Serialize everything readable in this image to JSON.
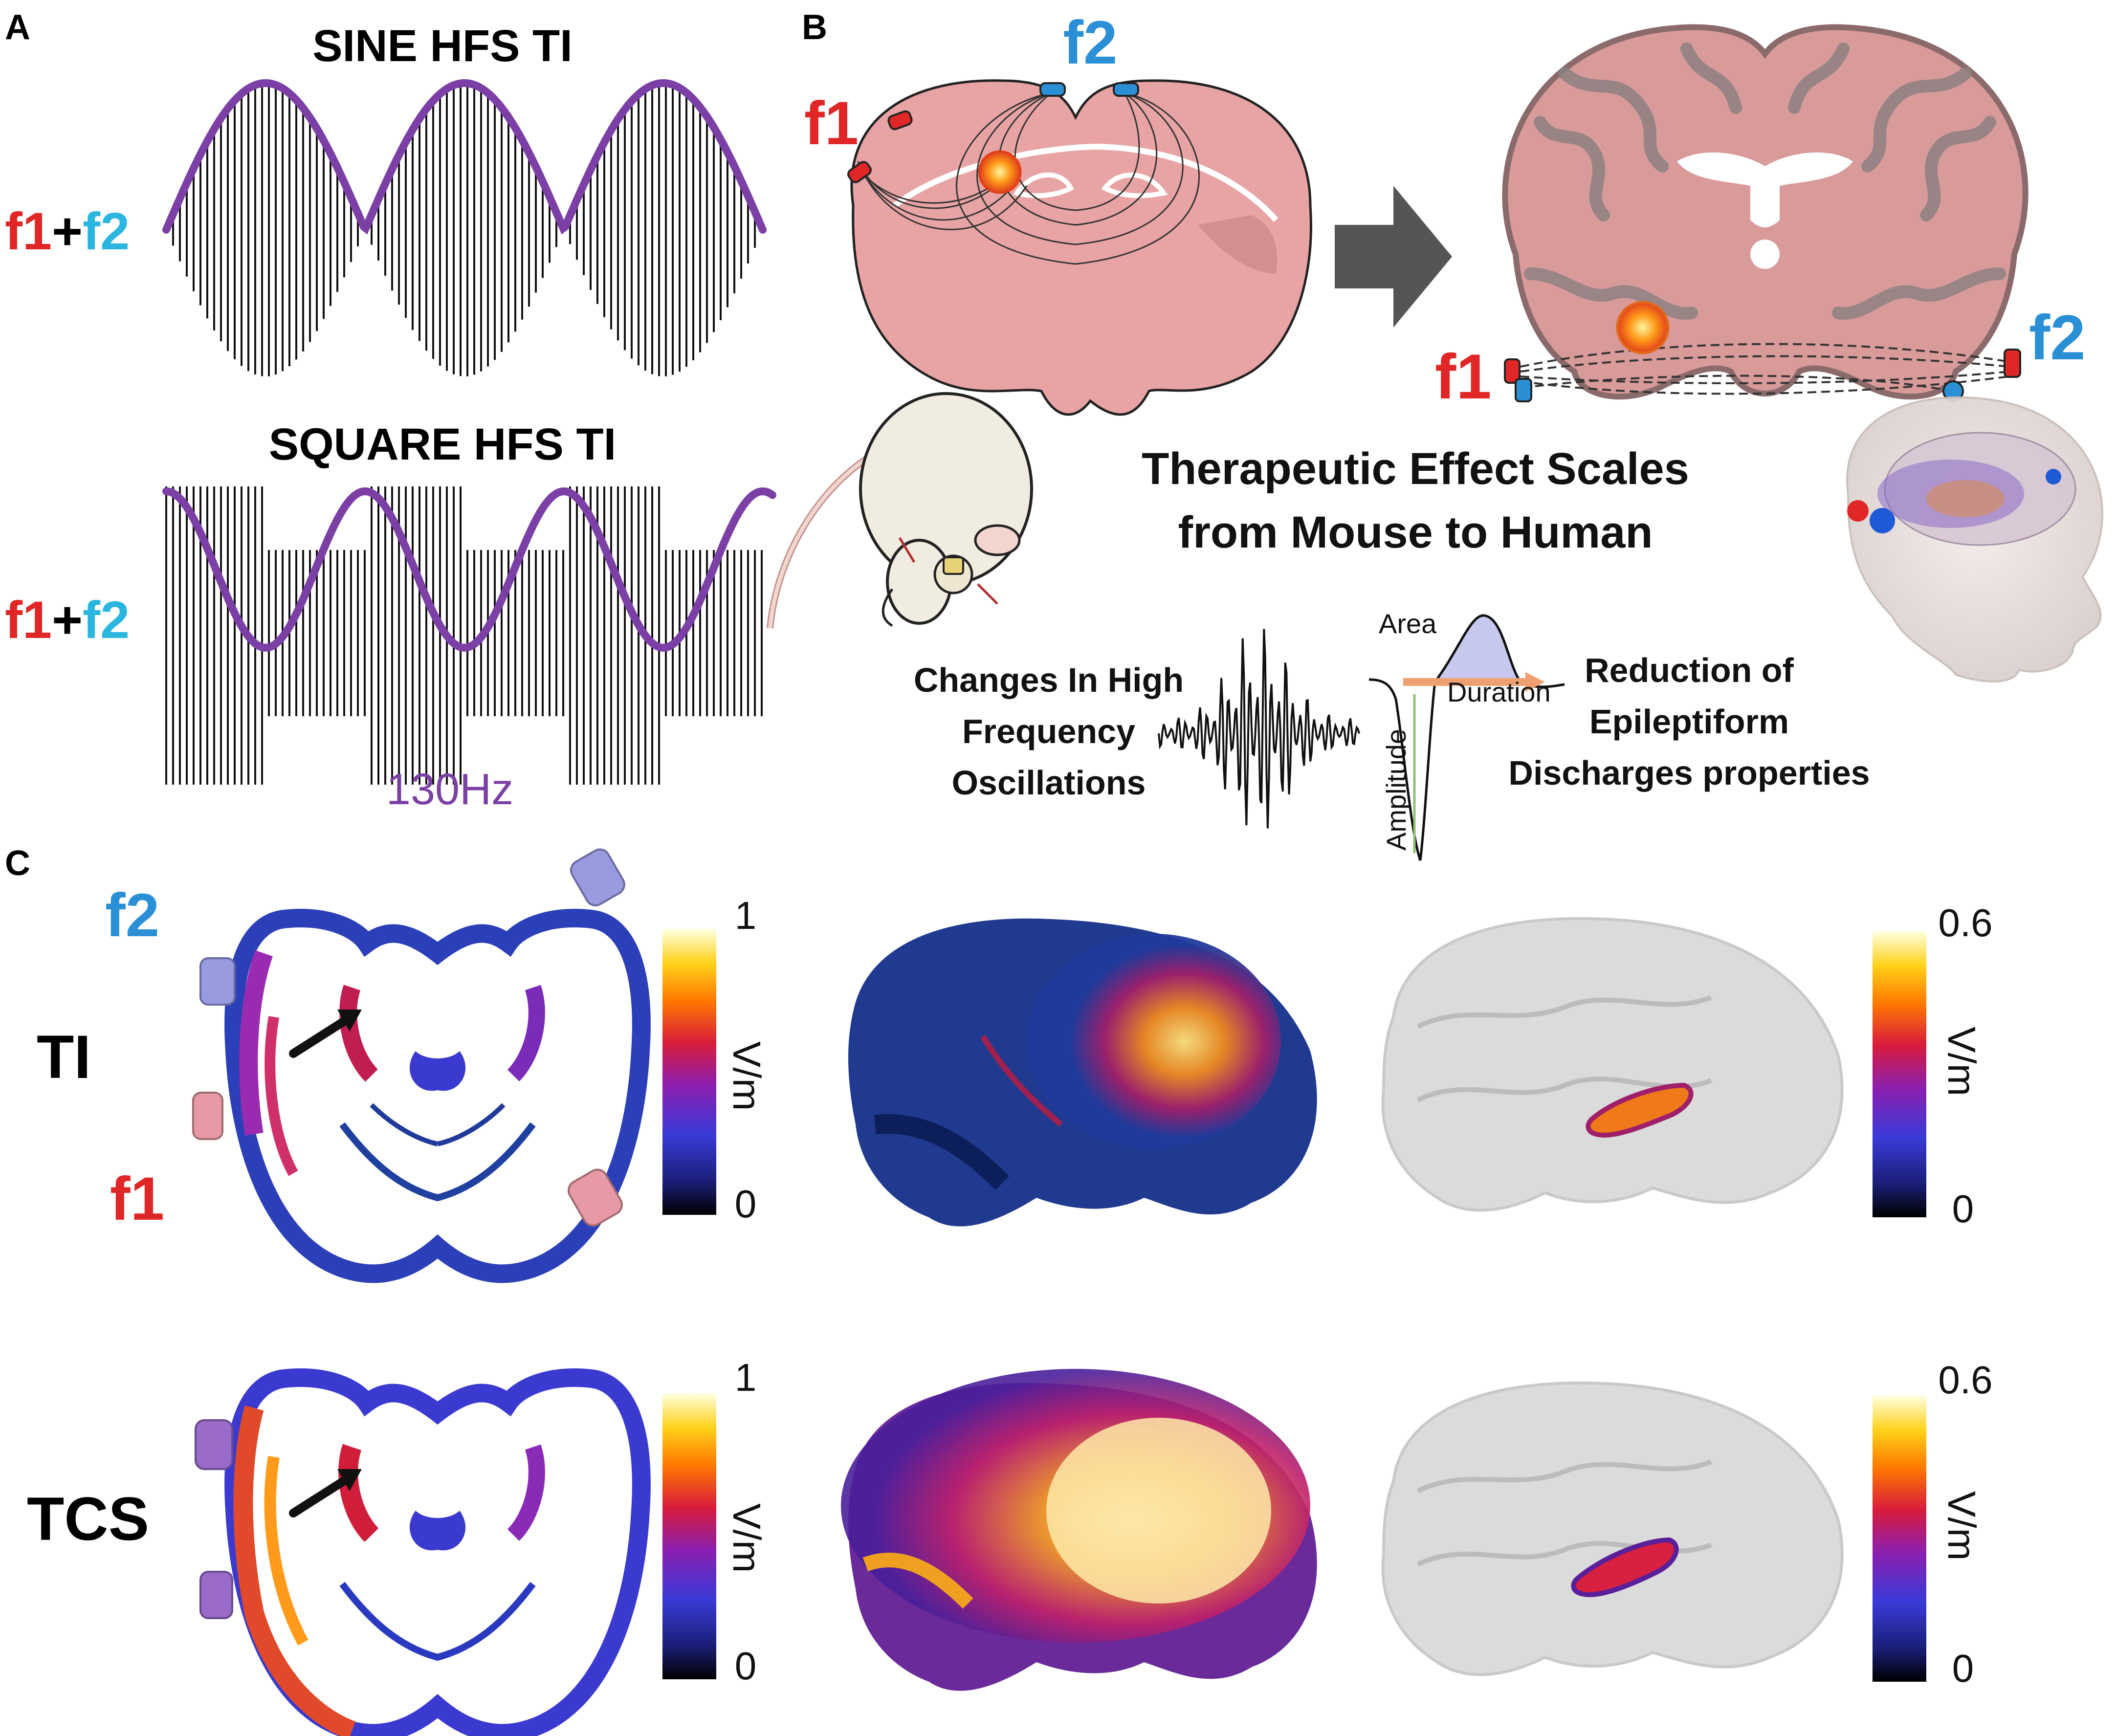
{
  "panels": {
    "a": {
      "letter": "A",
      "sine_title": "SINE HFS TI",
      "square_title": "SQUARE HFS TI",
      "sum_f1": "f1",
      "sum_plus": "+",
      "sum_f2": "f2",
      "freq_label": "130Hz"
    },
    "b": {
      "letter": "B",
      "mouse_f1": "f1",
      "mouse_f2": "f2",
      "human_f1": "f1",
      "human_f2": "f2",
      "scale_line1": "Therapeutic Effect Scales",
      "scale_line2": "from Mouse to Human",
      "hfo_line1": "Changes In High",
      "hfo_line2": "Frequency",
      "hfo_line3": "Oscillations",
      "spike_area": "Area",
      "spike_duration": "Duration",
      "spike_amplitude": "Amplitude",
      "red_line1": "Reduction of",
      "red_line2": "Epileptiform",
      "red_line3": "Discharges properties"
    },
    "c": {
      "letter": "C",
      "row_ti": "TI",
      "row_tcs": "TCS",
      "f1": "f1",
      "f2": "f2",
      "cb_left_max": "1",
      "cb_left_min": "0",
      "cb_right_max": "0.6",
      "cb_right_min": "0",
      "cb_unit": "V/m"
    }
  },
  "colors": {
    "f1": "#e02626",
    "f2": "#2b8fd6",
    "envelope": "#7b3fa6",
    "mouse_brain": "#e8a4a4",
    "human_brain": "#d99a9a",
    "arrow": "#555555"
  }
}
